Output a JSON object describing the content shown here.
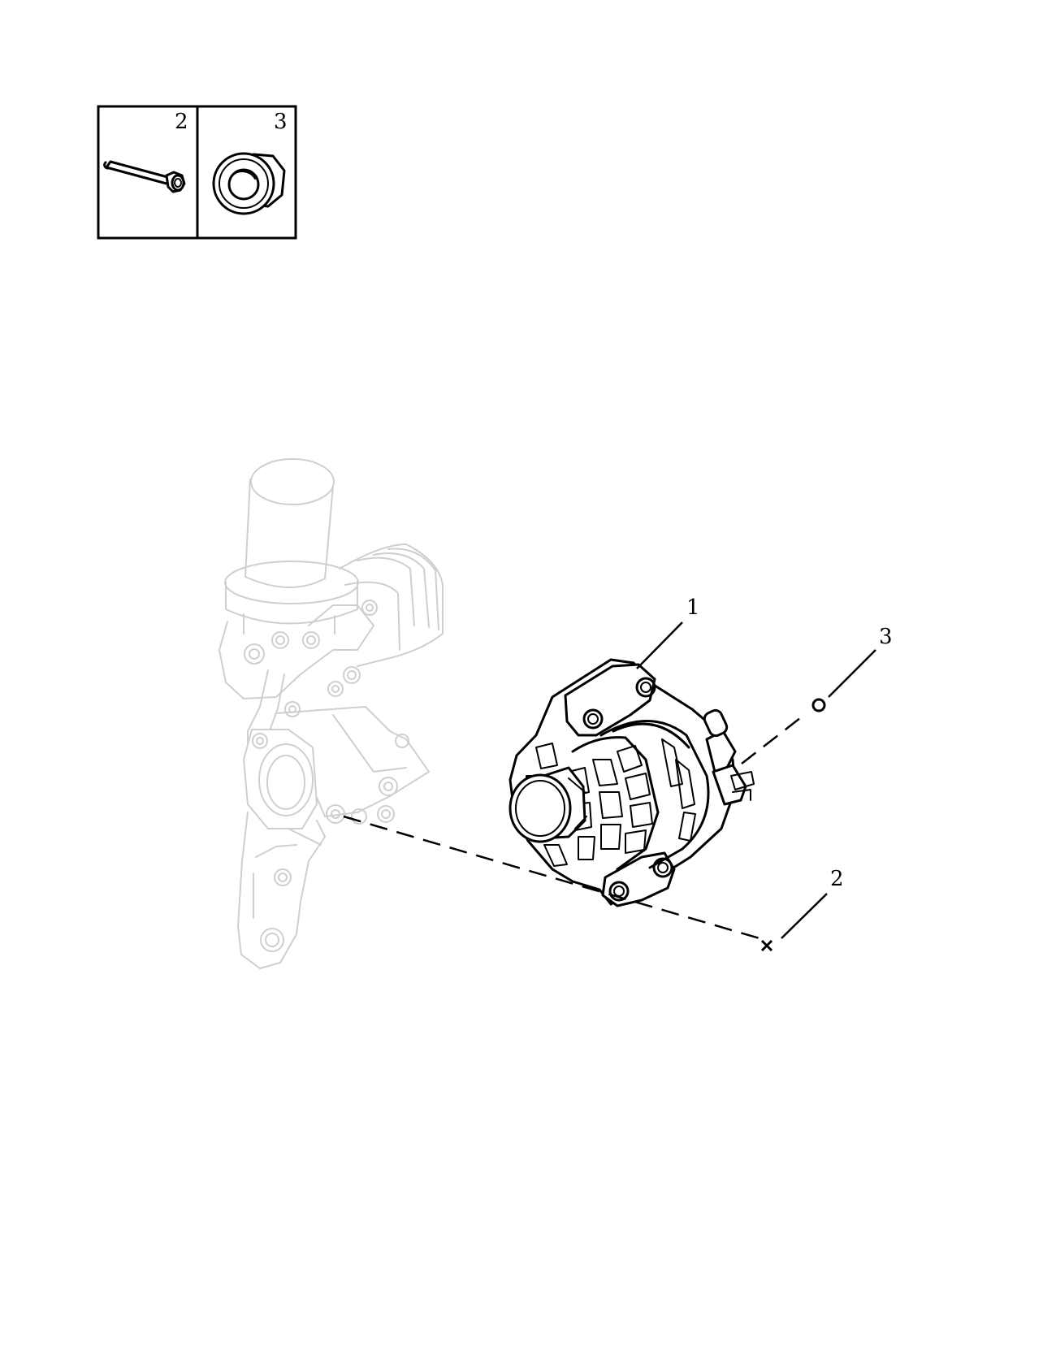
{
  "legend": {
    "cells": [
      {
        "number": "2",
        "icon": "bolt-icon"
      },
      {
        "number": "3",
        "icon": "washer-nut-icon"
      }
    ]
  },
  "callouts": {
    "part_1": "1",
    "part_2": "2",
    "part_3": "3"
  },
  "colors": {
    "ink": "#000000",
    "ghost": "#cfcfcf",
    "background": "#ffffff"
  }
}
